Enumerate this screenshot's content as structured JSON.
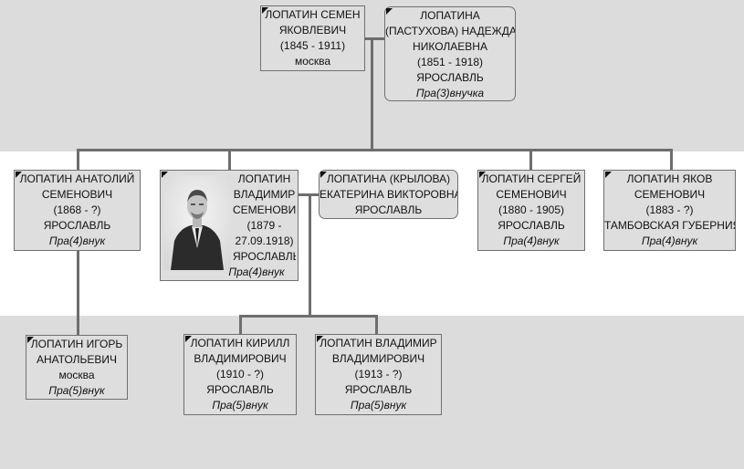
{
  "people": {
    "semen": {
      "lines": [
        "ЛОПАТИН СЕМЕН",
        "ЯКОВЛЕВИЧ",
        "(1845 - 1911)",
        "москва"
      ],
      "relation": ""
    },
    "nadezhda": {
      "lines": [
        "ЛОПАТИНА",
        "(ПАСТУХОВА) НАДЕЖДА",
        "НИКОЛАЕВНА",
        "(1851 - 1918)",
        "ЯРОСЛАВЛЬ"
      ],
      "relation": "Пра(3)внучка"
    },
    "anatoly": {
      "lines": [
        "ЛОПАТИН АНАТОЛИЙ",
        "СЕМЕНОВИЧ",
        "(1868 - ?)",
        "ЯРОСЛАВЛЬ"
      ],
      "relation": "Пра(4)внук"
    },
    "vladimir": {
      "lines": [
        "ЛОПАТИН",
        "ВЛАДИМИР",
        "СЕМЕНОВИЧ",
        "(1879 -",
        "27.09.1918)",
        "ЯРОСЛАВЛЬ"
      ],
      "relation": "Пра(4)внук"
    },
    "ekaterina": {
      "lines": [
        "ЛОПАТИНА (КРЫЛОВА)",
        "ЕКАТЕРИНА ВИКТОРОВНА",
        "ЯРОСЛАВЛЬ"
      ],
      "relation": ""
    },
    "sergey": {
      "lines": [
        "ЛОПАТИН СЕРГЕЙ",
        "СЕМЕНОВИЧ",
        "(1880 - 1905)",
        "ЯРОСЛАВЛЬ"
      ],
      "relation": "Пра(4)внук"
    },
    "yakov": {
      "lines": [
        "ЛОПАТИН ЯКОВ",
        "СЕМЕНОВИЧ",
        "(1883 - ?)",
        "ТАМБОВСКАЯ ГУБЕРНИЯ"
      ],
      "relation": "Пра(4)внук"
    },
    "igor": {
      "lines": [
        "ЛОПАТИН ИГОРЬ",
        "АНАТОЛЬЕВИЧ",
        "москва"
      ],
      "relation": "Пра(5)внук"
    },
    "kirill": {
      "lines": [
        "ЛОПАТИН КИРИЛЛ",
        "ВЛАДИМИРОВИЧ",
        "(1910 - ?)",
        "ЯРОСЛАВЛЬ"
      ],
      "relation": "Пра(5)внук"
    },
    "vladimir2": {
      "lines": [
        "ЛОПАТИН ВЛАДИМИР",
        "ВЛАДИМИРОВИЧ",
        "(1913 - ?)",
        "ЯРОСЛАВЛЬ"
      ],
      "relation": "Пра(5)внук"
    }
  }
}
